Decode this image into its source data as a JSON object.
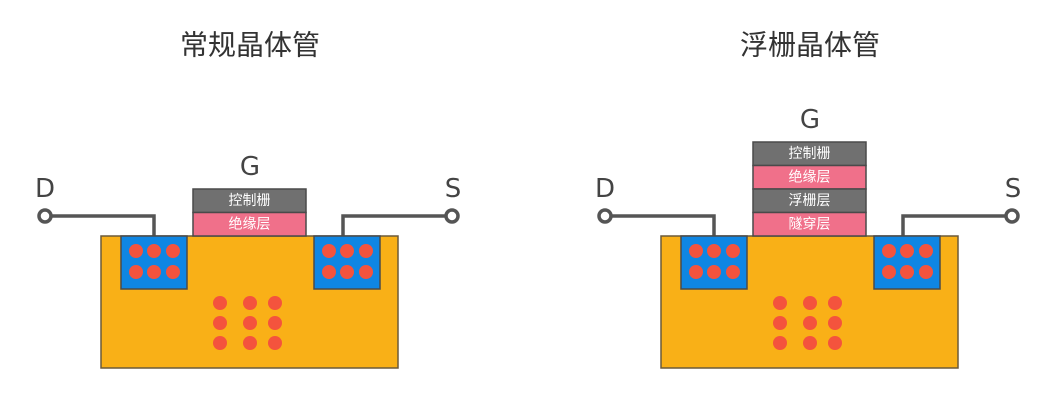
{
  "diagrams": [
    {
      "title": "常规晶体管",
      "gate_label": "G",
      "drain_label": "D",
      "source_label": "S",
      "gate_layers": [
        "控制栅",
        "绝缘层"
      ]
    },
    {
      "title": "浮栅晶体管",
      "gate_label": "G",
      "drain_label": "D",
      "source_label": "S",
      "gate_layers": [
        "控制栅",
        "绝缘层",
        "浮栅层",
        "隧穿层"
      ]
    }
  ],
  "colors": {
    "substrate": "#F9B017",
    "well": "#0F86E3",
    "electron": "#F4533D",
    "gate_gray": "#707070",
    "gate_pink": "#F0708A",
    "wire": "#555555"
  }
}
